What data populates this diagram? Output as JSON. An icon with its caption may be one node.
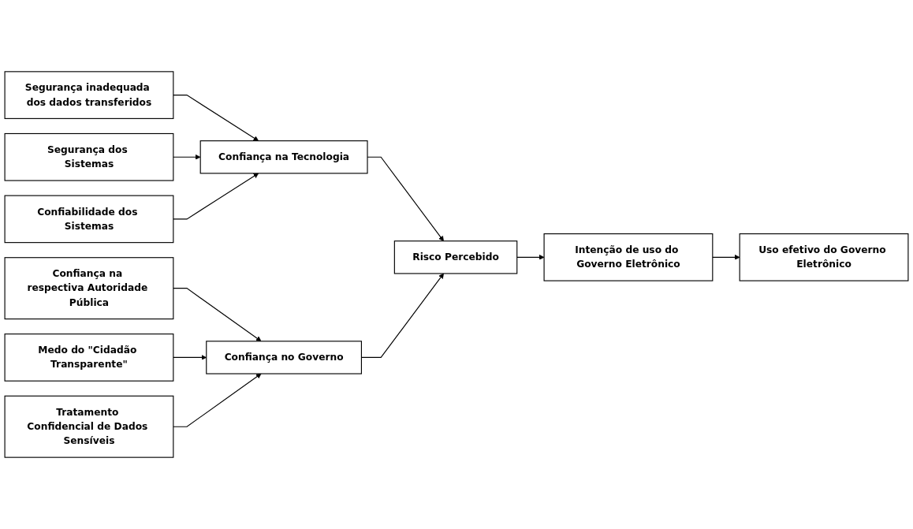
{
  "diagram": {
    "nodes": [
      {
        "text": [
          "Segurança inadequada dos dados transferidos"
        ]
      },
      {
        "text": [
          "Segurança dos Sistemas"
        ]
      },
      {
        "text": [
          "Confiabilidade dos Sistemas"
        ]
      },
      {
        "text": [
          "Confiança na Tecnologia"
        ]
      },
      {
        "text": [
          "Risco Percebido"
        ]
      },
      {
        "text": [
          "Intenção de uso do Governo Eletrônico"
        ]
      },
      {
        "text": [
          "Uso efetivo do Governo Eletrônico"
        ]
      },
      {
        "text": [
          "Confiança na respectiva Autoridade Pública"
        ]
      },
      {
        "text": [
          "Medo do \"Cidadão Transparente\""
        ]
      },
      {
        "text": [
          "Tratamento Confidencial de Dados Sensíveis"
        ]
      },
      {
        "text": [
          "Confiança no Governo"
        ]
      }
    ],
    "edges": [
      {
        "from": 0,
        "to": 3,
        "arrow": "to"
      },
      {
        "from": 1,
        "to": 3,
        "arrow": "to"
      },
      {
        "from": 2,
        "to": 3,
        "arrow": "to"
      },
      {
        "from": 3,
        "to": 4,
        "arrow": "to"
      },
      {
        "from": 4,
        "to": 5,
        "arrow": "to"
      },
      {
        "from": 5,
        "to": 6,
        "arrow": "to"
      },
      {
        "from": 7,
        "to": 10,
        "arrow": "to"
      },
      {
        "from": 8,
        "to": 10,
        "arrow": "to"
      },
      {
        "from": 9,
        "to": 10,
        "arrow": "to"
      },
      {
        "from": 10,
        "to": 4,
        "arrow": "to"
      }
    ]
  }
}
